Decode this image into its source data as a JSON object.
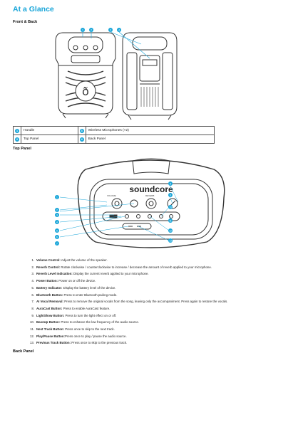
{
  "page": {
    "title": "At a Glance",
    "front_back_heading": "Front & Back",
    "top_panel_heading": "Top Panel",
    "back_panel_heading": "Back Panel"
  },
  "brand": {
    "logo_text": "soundcore"
  },
  "colors": {
    "accent": "#1aa6d9",
    "line": "#333333"
  },
  "parts_table": [
    {
      "num1": "1",
      "label1": "Handle",
      "num2": "3",
      "label2": "Wireless Microphones (×2)"
    },
    {
      "num1": "2",
      "label1": "Top Panel",
      "num2": "4",
      "label2": "Back Panel"
    }
  ],
  "callouts_front": [
    "1",
    "2",
    "3",
    "4"
  ],
  "callouts_top_left": [
    "1",
    "2",
    "3",
    "4",
    "5",
    "6",
    "7"
  ],
  "callouts_top_right": [
    "8",
    "9",
    "10",
    "11",
    "12",
    "13"
  ],
  "features": [
    {
      "n": "1.",
      "name": "Volume Control:",
      "desc": " Adjust the volume of the speaker."
    },
    {
      "n": "2.",
      "name": "Reverb Control:",
      "desc": " Rotate clockwise / counterclockwise to increase / decrease the amount of reverb applied to your microphone."
    },
    {
      "n": "3.",
      "name": "Reverb Level Indication:",
      "desc": " Display the current reverb applied to your microphone."
    },
    {
      "n": "4.",
      "name": "Power Button:",
      "desc": " Power on or off the device."
    },
    {
      "n": "5.",
      "name": "Battery Indicator:",
      "desc": " Display the battery level of the device."
    },
    {
      "n": "6.",
      "name": "Bluetooth Button:",
      "desc": " Press to enter Bluetooth pairing mode."
    },
    {
      "n": "7.",
      "name": "AI Vocal Removal:",
      "desc": " Press to remove the original vocals from the song, leaving only the accompaniment. Press again to restore the vocals."
    },
    {
      "n": "8.",
      "name": "AuraCast Button:",
      "desc": " Press to enable AuraCast feature."
    },
    {
      "n": "9.",
      "name": "LightShow Button:",
      "desc": " Press to turn the light effect on or off."
    },
    {
      "n": "10.",
      "name": "BassUp Button:",
      "desc": " Press to enhance the low frequency of the audio source."
    },
    {
      "n": "11.",
      "name": "Next Track Button:",
      "desc": " Press once to skip to the next track."
    },
    {
      "n": "12.",
      "name": "Play/Pause Button:",
      "desc": "Press once to play / pause the audio source."
    },
    {
      "n": "13.",
      "name": "Previous Track Button:",
      "desc": " Press once to skip to the previous track."
    }
  ]
}
